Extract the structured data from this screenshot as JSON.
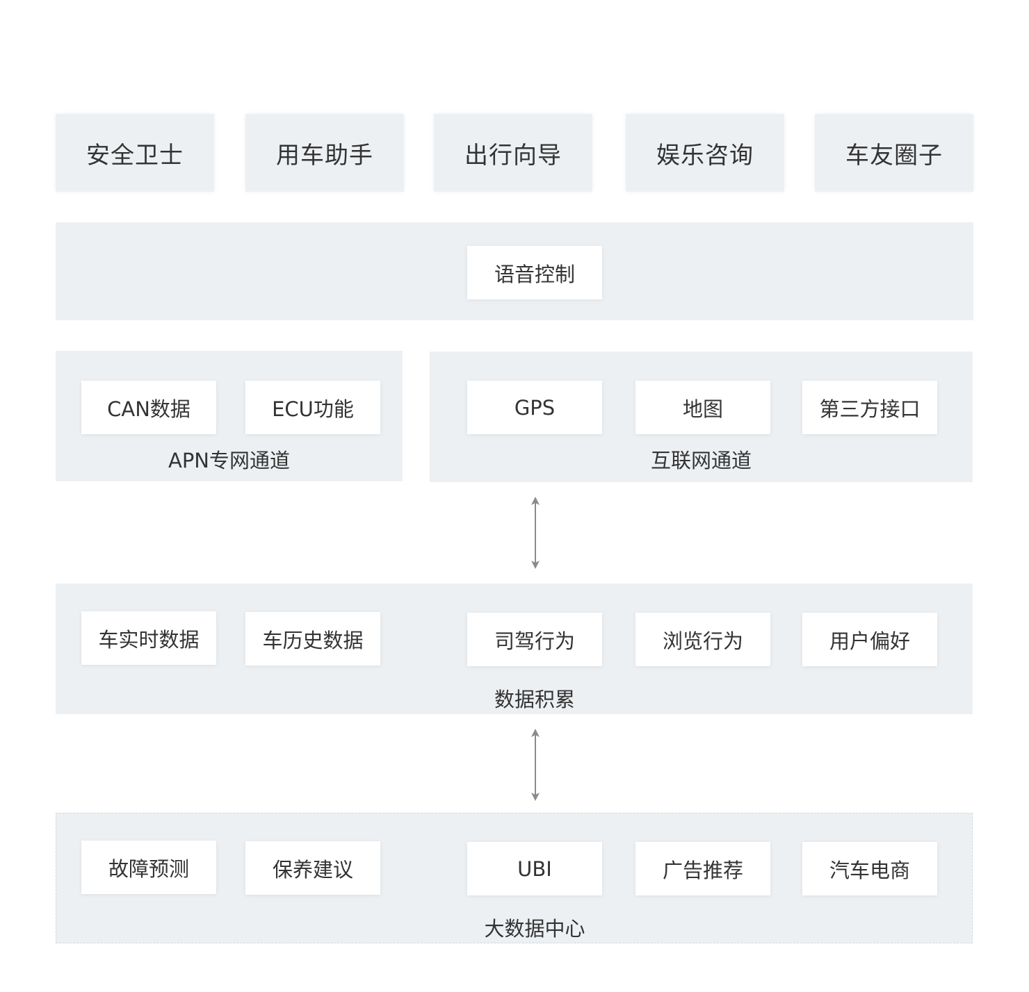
{
  "top_modules": [
    "安全卫士",
    "用车助手",
    "出行向导",
    "娱乐咨询",
    "车友圈子"
  ],
  "voice_layer": {
    "chip": "语音控制"
  },
  "apn_channel": {
    "chips": [
      "CAN数据",
      "ECU功能"
    ],
    "label": "APN专网通道"
  },
  "internet_channel": {
    "chips": [
      "GPS",
      "地图",
      "第三方接口"
    ],
    "label": "互联网通道"
  },
  "data_accumulation": {
    "chips": [
      "车实时数据",
      "车历史数据",
      "司驾行为",
      "浏览行为",
      "用户偏好"
    ],
    "label": "数据积累"
  },
  "big_data_center": {
    "chips": [
      "故障预测",
      "保养建议",
      "UBI",
      "广告推荐",
      "汽车电商"
    ],
    "label": "大数据中心"
  },
  "colors": {
    "panel_bg": "#edf0f3",
    "chip_bg": "#ffffff",
    "text": "#333333",
    "arrow": "#8a8a8a"
  }
}
